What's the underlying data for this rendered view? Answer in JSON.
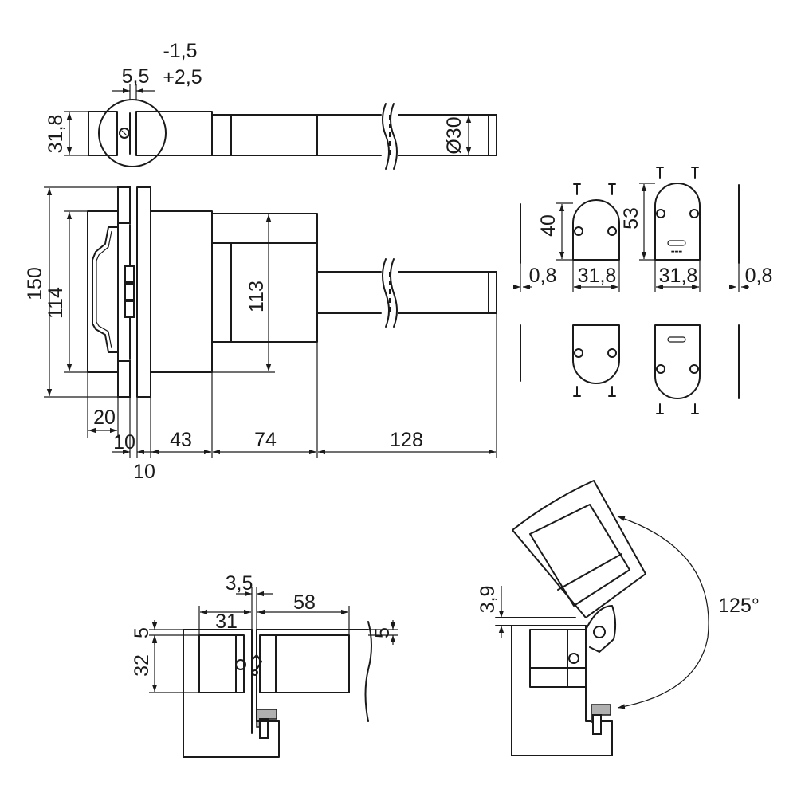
{
  "top_view": {
    "height_dim": "31,8",
    "diameter_dim": "Ø30",
    "gap_dim": "5,5",
    "tolerance_minus": "-1,5",
    "tolerance_plus": "+2,5"
  },
  "front_view": {
    "overall_height_dim": "150",
    "inner_height_dim": "114",
    "block_height_dim": "113",
    "offset_dim": "20",
    "leaf_dim": "10",
    "plate_dim": "10",
    "len1_dim": "43",
    "len2_dim": "74",
    "len3_dim": "128"
  },
  "plates_view": {
    "thickness_left": "0,8",
    "thickness_right": "0,8",
    "width_left": "31,8",
    "width_right": "31,8",
    "height_small": "40",
    "height_large": "53"
  },
  "section_view": {
    "gap_dim": "3,5",
    "left_width_dim": "31",
    "right_width_dim": "58",
    "top_offset_left": "5",
    "top_offset_right": "5",
    "depth_dim": "32"
  },
  "rotation_view": {
    "lift_dim": "3,9",
    "angle_label": "125°"
  }
}
